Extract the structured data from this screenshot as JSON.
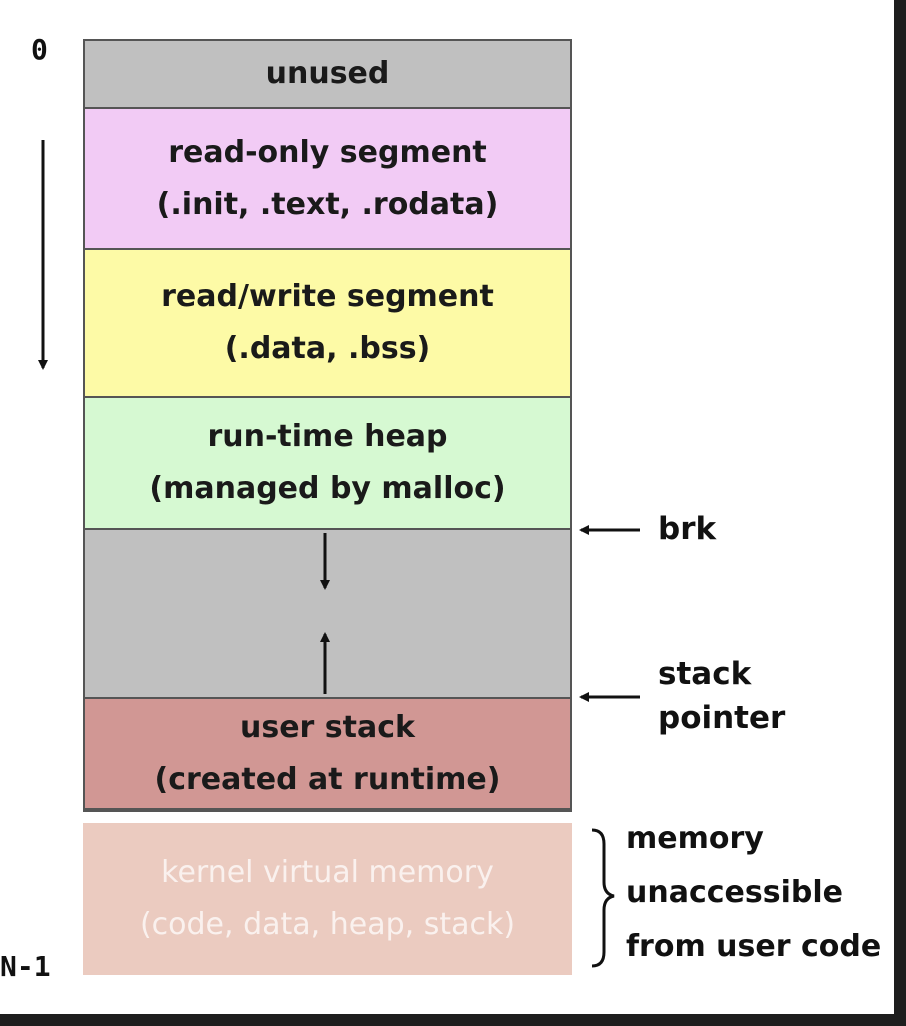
{
  "address_labels": {
    "start": "0",
    "end": "N-1"
  },
  "segments": [
    {
      "id": "unused",
      "lines": [
        "unused"
      ],
      "color": "#c0c0c0"
    },
    {
      "id": "read-only",
      "lines": [
        "read-only segment",
        "(.init, .text, .rodata)"
      ],
      "color": "#f2cbf5"
    },
    {
      "id": "read-write",
      "lines": [
        "read/write segment",
        "(.data, .bss)"
      ],
      "color": "#fdfaa6"
    },
    {
      "id": "heap",
      "lines": [
        "run-time heap",
        "(managed by malloc)"
      ],
      "color": "#d6f9d2"
    },
    {
      "id": "gap",
      "lines": [],
      "color": "#c0c0c0"
    },
    {
      "id": "user-stack",
      "lines": [
        "user stack",
        "(created at runtime)"
      ],
      "color": "#d19794"
    },
    {
      "id": "kernel",
      "lines": [
        "kernel virtual memory",
        "(code, data, heap, stack)"
      ],
      "color": "#ebcbc0",
      "text_color": "#faf1ee"
    }
  ],
  "pointers": {
    "brk": "brk",
    "stack_pointer": [
      "stack",
      "pointer"
    ]
  },
  "kernel_note": [
    "memory",
    "unaccessible",
    "from user code"
  ]
}
